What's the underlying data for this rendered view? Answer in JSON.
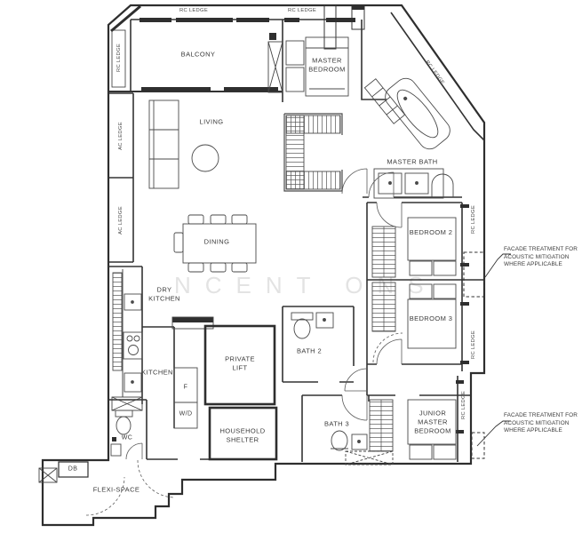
{
  "labels": {
    "balcony": "BALCONY",
    "living": "LIVING",
    "dining": "DINING",
    "master_bedroom": "MASTER BEDROOM",
    "master_bath": "MASTER BATH",
    "bedroom2": "BEDROOM 2",
    "bedroom3": "BEDROOM 3",
    "junior_master_bedroom": "JUNIOR MASTER BEDROOM",
    "dry_kitchen": "DRY KITCHEN",
    "kitchen": "KITCHEN",
    "bath2": "BATH 2",
    "bath3": "BATH 3",
    "wc": "WC",
    "private_lift": "PRIVATE LIFT",
    "household_shelter": "HOUSEHOLD SHELTER",
    "flexi_space": "FLEXI-SPACE",
    "fridge": "F",
    "washer_dryer": "W/D",
    "db": "DB"
  },
  "ledges": {
    "rc": "RC LEDGE",
    "ac": "AC LEDGE"
  },
  "annotations": {
    "facade_note": "FACADE TREATMENT FOR ACOUSTIC MITIGATION WHERE APPLICABLE"
  },
  "watermark": {
    "text": "NCENT ONS"
  },
  "colors": {
    "line": "#3a3a3a",
    "furniture": "#555555",
    "dark_fill": "#2f2f2f"
  }
}
